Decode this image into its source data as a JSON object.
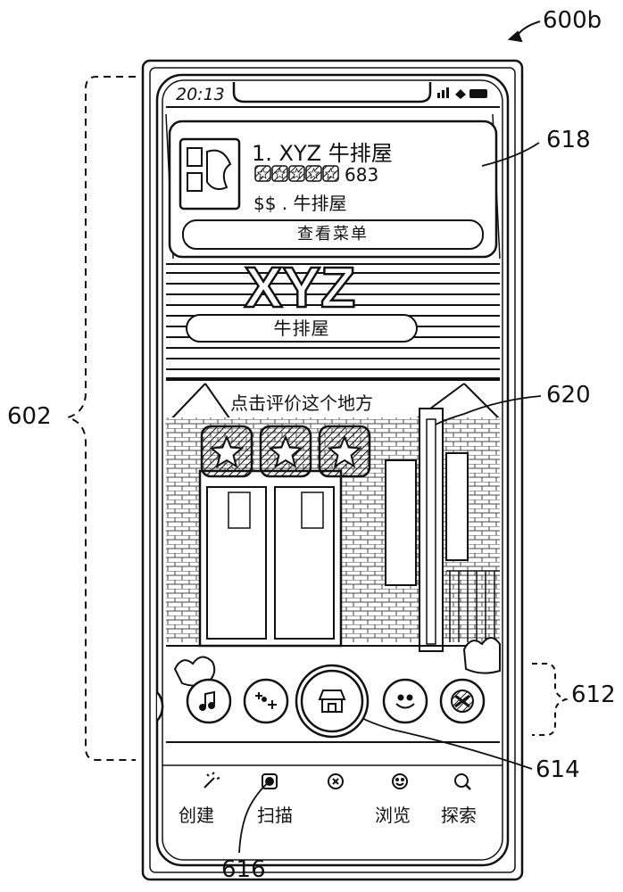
{
  "figure": {
    "figure_id": "600b",
    "refs": {
      "device": "602",
      "card": "618",
      "prompt": "620",
      "carousel": "612",
      "center_lens": "614",
      "nav": "616"
    }
  },
  "status_bar": {
    "time": "20:13"
  },
  "card": {
    "title": "1. XYZ  牛排屋",
    "rating_count": "683",
    "price_category": "$$ . 牛排屋",
    "menu_button": "查看菜单",
    "rating_stars": 5
  },
  "storefront": {
    "sign_text": "XYZ",
    "sign_subtitle": "牛排屋"
  },
  "review": {
    "prompt": "点击评价这个地方",
    "stars": 3
  },
  "carousel": {
    "icons": [
      "music-icon",
      "sparkle-icon",
      "shop-icon",
      "face-icon",
      "ribbon-icon"
    ]
  },
  "nav": {
    "items": [
      {
        "label": "创建",
        "icon": "wand-icon"
      },
      {
        "label": "扫描",
        "icon": "scan-icon"
      },
      {
        "label": "",
        "icon": "close-circle-icon"
      },
      {
        "label": "浏览",
        "icon": "smile-icon"
      },
      {
        "label": "探索",
        "icon": "search-icon"
      }
    ]
  },
  "colors": {
    "ink": "#111111",
    "paper": "#ffffff"
  }
}
